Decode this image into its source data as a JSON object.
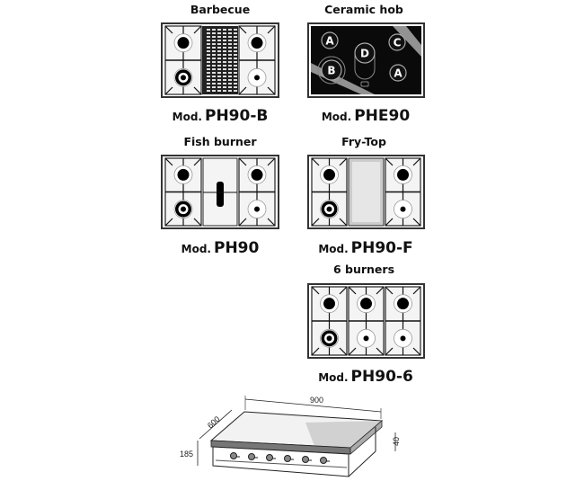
{
  "models": [
    {
      "title": "Barbecue",
      "mod": "Mod.",
      "code": "PH90-B",
      "type": "barbecue"
    },
    {
      "title": "Ceramic hob",
      "mod": "Mod.",
      "code": "PHE90",
      "type": "ceramic",
      "zones": [
        "A",
        "D",
        "C",
        "B",
        "A"
      ]
    },
    {
      "title": "Fish burner",
      "mod": "Mod.",
      "code": "PH90",
      "type": "fish"
    },
    {
      "title": "Fry-Top",
      "mod": "Mod.",
      "code": "PH90-F",
      "type": "frytop"
    },
    {
      "title": "6 burners",
      "mod": "Mod.",
      "code": "PH90-6",
      "type": "six"
    }
  ],
  "dimensions": {
    "width": "900",
    "depth": "600",
    "height": "185",
    "top_thickness": "40"
  }
}
